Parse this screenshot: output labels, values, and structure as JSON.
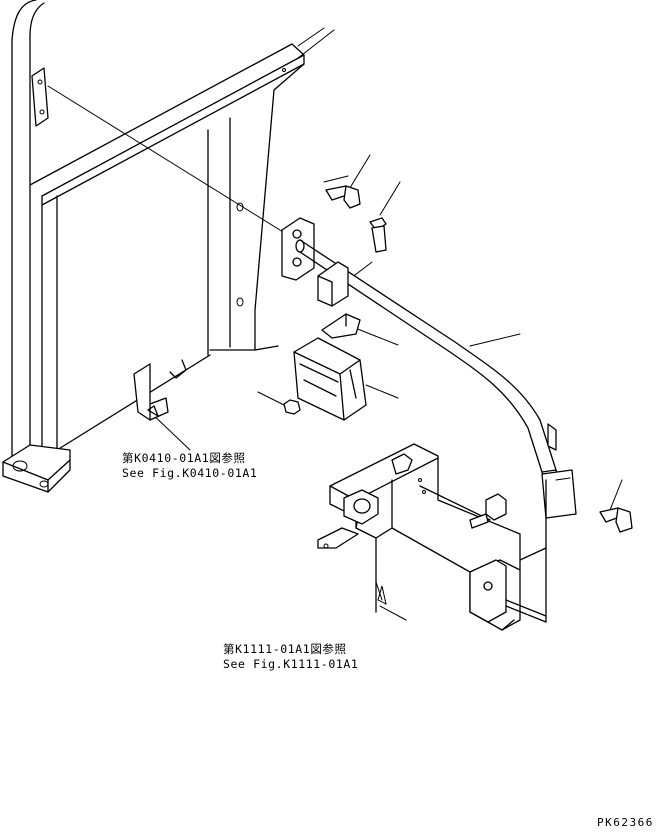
{
  "references": [
    {
      "jp": "第K0410-01A1図参照",
      "en": "See Fig.K0410-01A1"
    },
    {
      "jp": "第K1111-01A1図参照",
      "en": "See Fig.K1111-01A1"
    }
  ],
  "drawing_code": "PK62366"
}
